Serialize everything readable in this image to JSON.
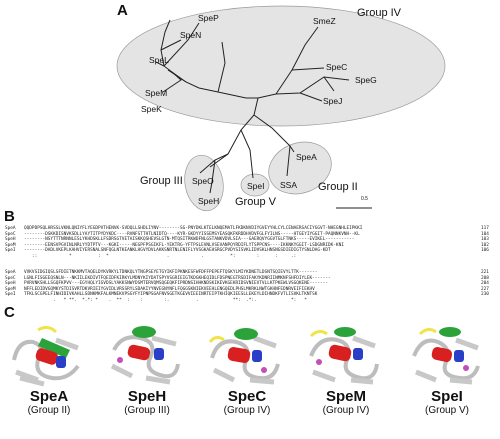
{
  "panels": {
    "a": "A",
    "b": "B",
    "c": "C"
  },
  "tree": {
    "leaves": {
      "SpeL": "SpeL",
      "SpeN": "SpeN",
      "SpeP": "SpeP",
      "SmeZ": "SmeZ",
      "SpeM": "SpeM",
      "SpeK": "SpeK",
      "SpeC": "SpeC",
      "SpeG": "SpeG",
      "SpeJ": "SpeJ",
      "SpeA": "SpeA",
      "SSA": "SSA",
      "SpeI": "SpeI",
      "SpeO": "SpeO",
      "SpeH": "SpeH"
    },
    "groups": {
      "g2": "Group II",
      "g3": "Group III",
      "g4": "Group IV",
      "g5": "Group V"
    },
    "scale": "0.5"
  },
  "alignment": {
    "block1": [
      {
        "name": "SpeA",
        "seq": "QQDPDPSQLHRSSLVKNLQNIYFLYEGDPVTHENVK-SVDQLLSHDLIYNV--------SG-PNYDKLKTELKNQEMATLFKDKNVDIYGVEYYHLCYLCENAERSACIYGGVT-NHEGNHLEIPKKI",
        "end": "117"
      },
      {
        "name": "SpeC",
        "seq": "--------DSKKDISNVKSDLLYAYTITPYDYKDC----RVNFSTTHTLNIDTQ----KYR-GKDYYISSEMSYEASQKFKRDDHVDVFGLFYILNS-----HTGEYIYGGIT-PAQNNKVNH--KL",
        "end": "104"
      },
      {
        "name": "SpeH",
        "seq": "--------NSYTTTNRNNLESLYKHDSKLLFSDRSGTVETAISKKQSHEVSLGTN-MTQSITRKWDFNLGSTANKVDVLSIA---GAERQVYGGVTGLFTNKS-----EVIKEL-----------",
        "end": "103"
      },
      {
        "name": "SpeM",
        "seq": "--------EENSVPGVINLNRLYYDTPTV---KGKI-----NEGPFPSGIKFL-YEKTRG-YFTPSLEVNLVSEVANPQYRDIFLYTSPPCNS----IKKNKYGGIT-LSDGNRIDK-KNI",
        "end": "102"
      },
      {
        "name": "SpeI",
        "seq": "--------DADLVKEPLKAHVIYERSNALSNFQGLNTKEANKLHGVYDVLAKKSNRTNLENIFLYVSGKAEHSRGCPVDYSISVKLIDVSKLHNSNGSDIEDIGTYSNLDAG-KDT",
        "end": "106"
      }
    ],
    "cons1": "   ::            *          :  *                      .            .          *:        :      :     .:",
    "block2": [
      {
        "name": "SpeA",
        "seq": "VVKVSIDGIQSLSFDIETNKKMVTAQELDYKVRKYLTDNKQLYTNGPSEYETGYIKFIPKNKESFWFDFFPEPEFTQSKYLMIYKDNETLDSNTSQIEVYLTTK-------",
        "end": "221"
      },
      {
        "name": "SpeC",
        "seq": "LGNLFISGEEQSNLN---NKIILEKDIVTFQEIDFKIRKYLMDNYKIYDATSPYVSGRIEIGTKDGKHEQIDLFDSPNEGTRSDIFAKYKDNRIINMKNFSHFDIYLEK-------",
        "end": "208"
      },
      {
        "name": "SpeH",
        "seq": "PVRVNKSHLLSGQFKPVV---EGYHQLYIGVDSLYAKKSNWYDSMTERVQMSQGEQKFIPRDNSIHHKNDSKIKEVKGEKRIDSVNIEVTVLLKTPKEWLVSGQKENE-------",
        "end": "204"
      },
      {
        "name": "SpeM",
        "seq": "NFFLEDIDVGQMKYSTDISVRTDKVRIEIYGVIDLVRSSRYLSDAKIYYNVEGNYNFLFQGGSKNIEKVEEHLENGQEDLPHSLMKRKLNWTGKHNFEDNRVEIFIEKHV",
        "end": "227"
      },
      {
        "name": "SpeI",
        "seq": "TFKLSCGPELFINHIDIVKAHLLSDNKMKFALKMNEKVPSGYFYIPNPSGAFNVSGETKGEVVIEEINRTEIPTKHIQKIEESLLEKEYLDIHNDKFVTLISVKLTKNTSK",
        "end": "230"
      }
    ],
    "cons2": "           .   * **.  *.*: *    .  **  :    :        :.          .             **:  .*:.             *:   *"
  },
  "structures": [
    {
      "protein": "SpeA",
      "group": "(Group II)"
    },
    {
      "protein": "SpeH",
      "group": "(Group III)"
    },
    {
      "protein": "SpeC",
      "group": "(Group IV)"
    },
    {
      "protein": "SpeM",
      "group": "(Group IV)"
    },
    {
      "protein": "SpeI",
      "group": "(Group V)"
    }
  ],
  "colors": {
    "ellipse_fill": "#e4e4e4",
    "ellipse_stroke": "#9a9a9a",
    "green": "#2ca33a",
    "red": "#d92020",
    "blue": "#2a3fc8",
    "yellow": "#f1e44a",
    "magenta": "#c050b8",
    "gray": "#bdbdbd"
  }
}
